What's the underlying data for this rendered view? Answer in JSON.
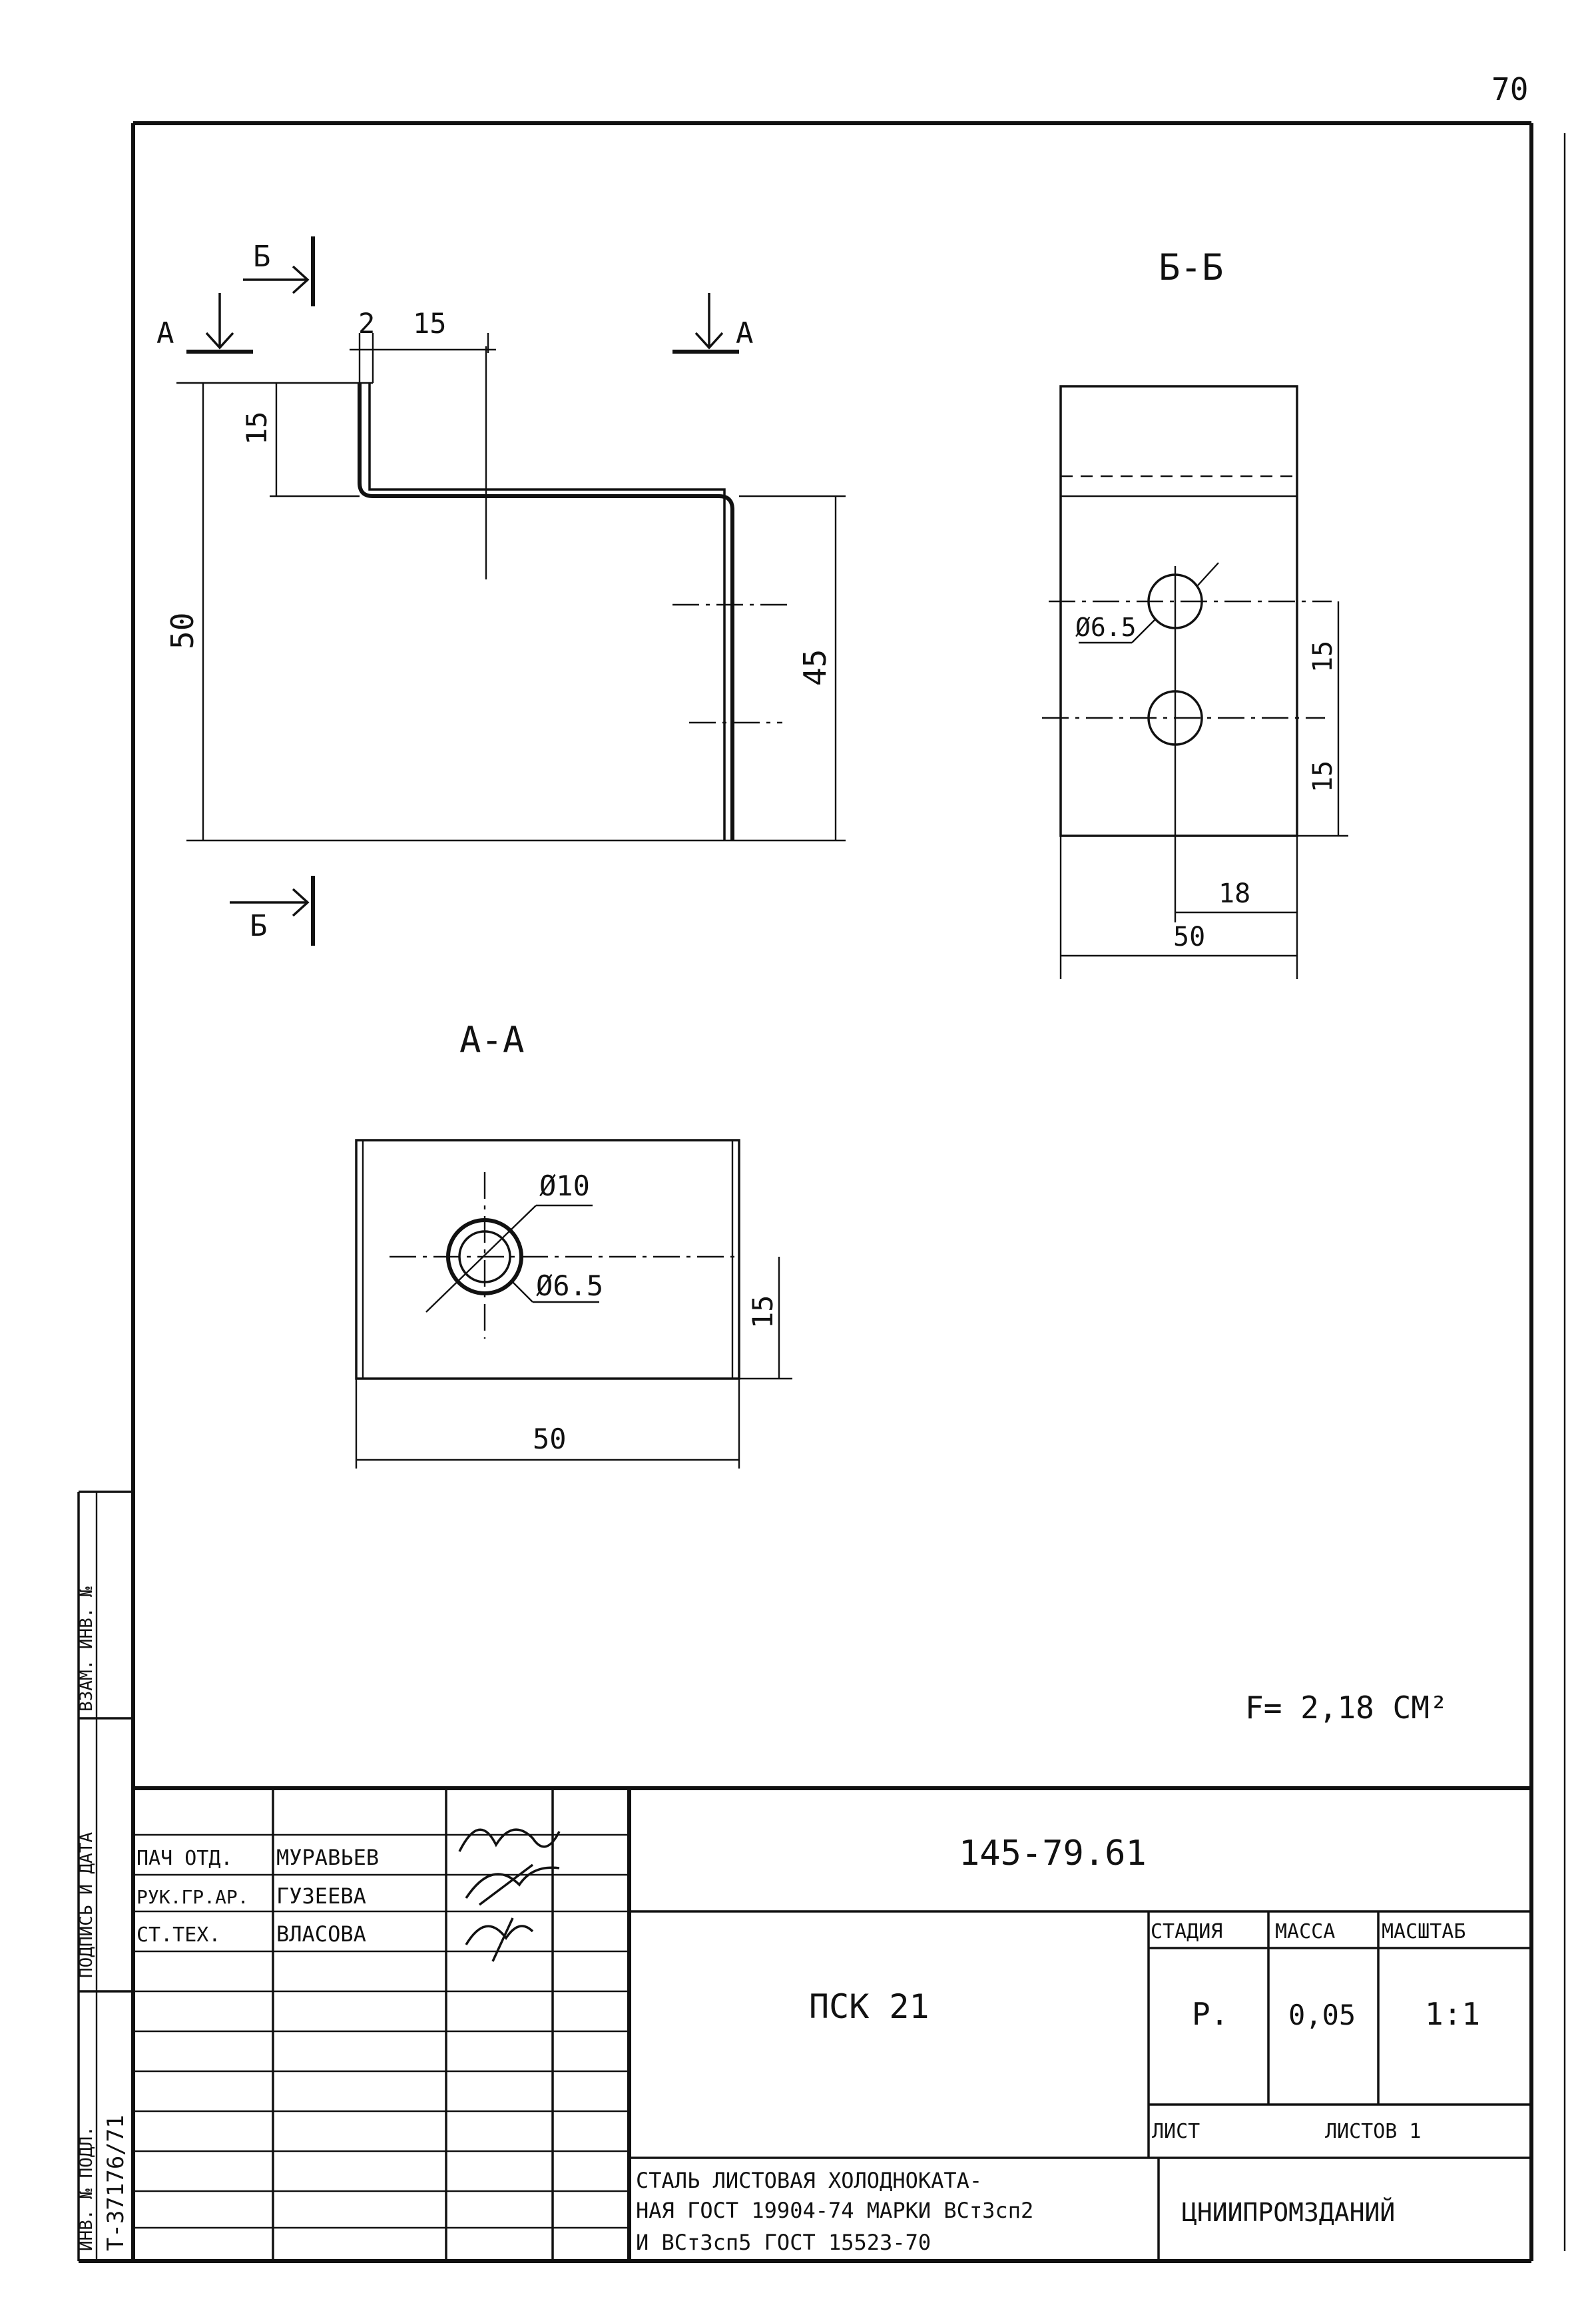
{
  "page_number": "70",
  "views": {
    "front": {
      "section_mark_b": "Б",
      "section_mark_a": "А",
      "dims": {
        "thickness": "2",
        "flange": "15",
        "offset": "15",
        "height": "50",
        "web": "45"
      }
    },
    "section_aa": {
      "title": "А-А",
      "dims": {
        "outer_dia": "Ø10",
        "hole_dia": "Ø6.5",
        "hole_pos": "15",
        "width": "50"
      }
    },
    "section_bb": {
      "title": "Б-Б",
      "dims": {
        "hole_dia": "Ø6.5",
        "spacing": "15",
        "edge": "15",
        "hole_x": "18",
        "width": "50"
      }
    }
  },
  "area_note": "F= 2,18 СМ²",
  "title_block": {
    "doc_code": "145-79.61",
    "name": "ПСК 21",
    "signatures": [
      {
        "role": "ПАЧ ОТД.",
        "name": "МУРАВЬЕВ"
      },
      {
        "role": "РУК.ГР.АР.",
        "name": "ГУЗЕЕВА"
      },
      {
        "role": "СТ.ТЕХ.",
        "name": "ВЛАСОВА"
      }
    ],
    "headers": {
      "stage": "СТАДИЯ",
      "mass": "МАССА",
      "scale": "МАСШТАБ"
    },
    "values": {
      "stage": "Р.",
      "mass": "0,05",
      "scale": "1:1"
    },
    "sheet_label": "ЛИСТ",
    "sheets_label": "ЛИСТОВ 1",
    "material": [
      "СТАЛЬ ЛИСТОВАЯ ХОЛОДНОКАТА-",
      "НАЯ ГОСТ 19904-74 МАРКИ ВСт3сп2",
      "И ВСт3сп5 ГОСТ 15523-70"
    ],
    "organization": "ЦНИИПРОМЗДАНИЙ"
  },
  "margin_stamp": {
    "labels": [
      "ВЗАМ. ИНВ. №",
      "ПОДПИСЬ И ДАТА",
      "ИНВ. № ПОДЛ."
    ],
    "inv_value": "Т-37176/71"
  }
}
